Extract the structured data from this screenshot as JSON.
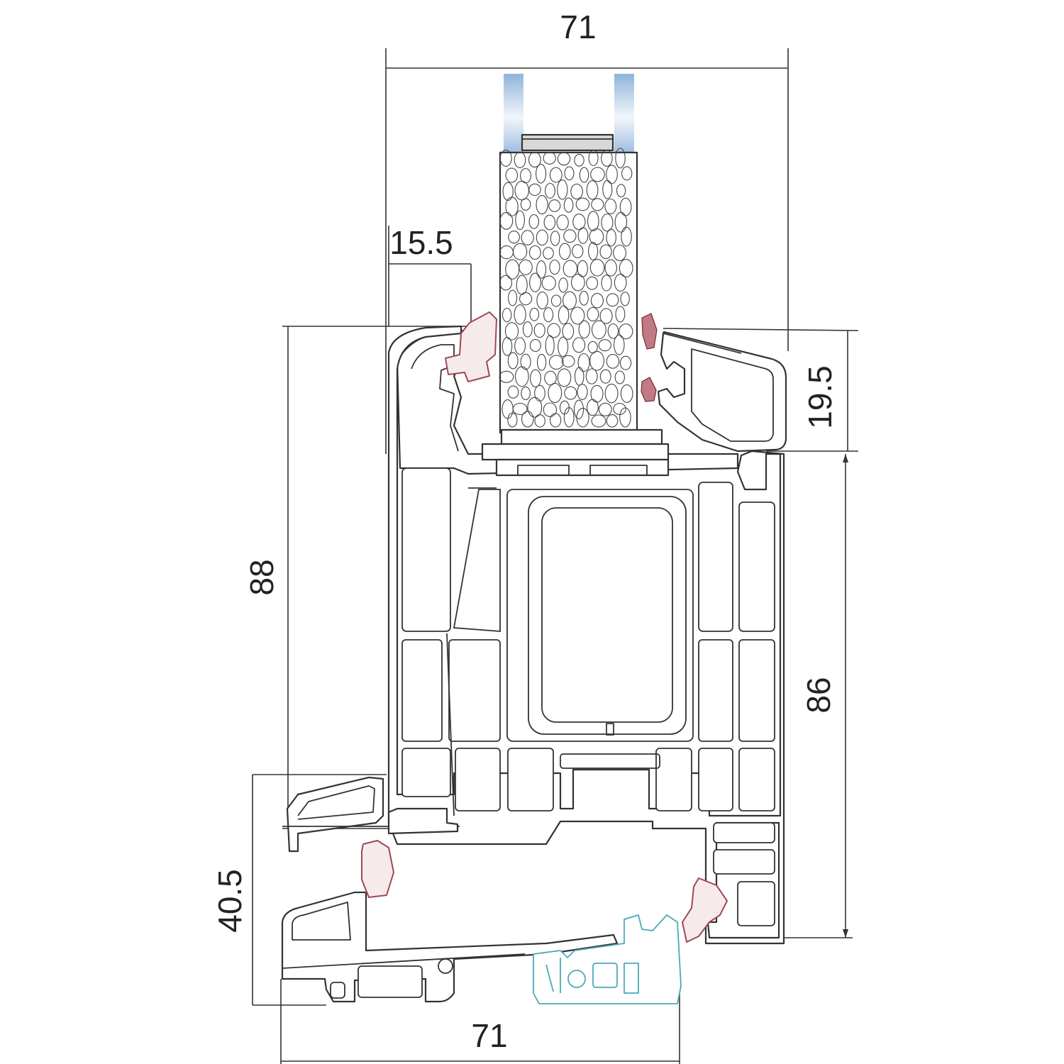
{
  "dimensions": {
    "top_width": "71",
    "glazing_offset": "15.5",
    "overlap_height": "19.5",
    "sash_height": "88",
    "frame_height": "86",
    "bottom_height": "40.5",
    "bottom_width": "71"
  },
  "colors": {
    "profile_stroke": "#333333",
    "gasket": "#9c4a55",
    "glass": "#8fb4d9",
    "seal_outline": "#4aa9b8"
  }
}
